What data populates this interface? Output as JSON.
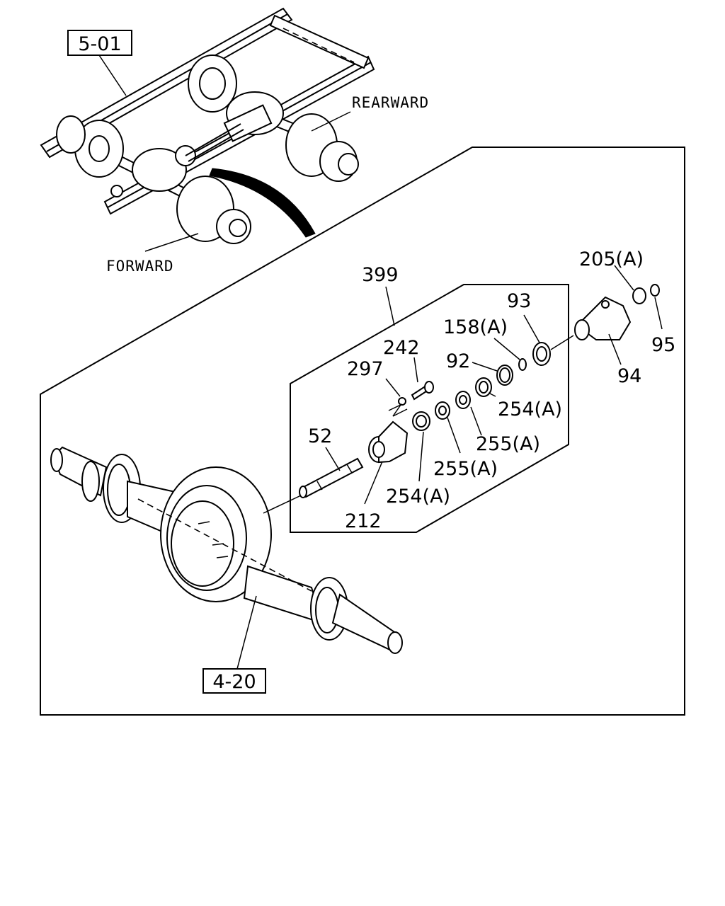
{
  "ref_boxes": {
    "frame_ref": "5-01",
    "housing_ref": "4-20"
  },
  "direction_labels": {
    "rearward": "REARWARD",
    "forward": "FORWARD"
  },
  "callouts": {
    "p399": "399",
    "p93": "93",
    "p205a": "205(A)",
    "p158a": "158(A)",
    "p242": "242",
    "p92": "92",
    "p95": "95",
    "p297": "297",
    "p94": "94",
    "p254a_upper": "254(A)",
    "p52": "52",
    "p255a_upper": "255(A)",
    "p255a_lower": "255(A)",
    "p254a_lower": "254(A)",
    "p212": "212"
  }
}
